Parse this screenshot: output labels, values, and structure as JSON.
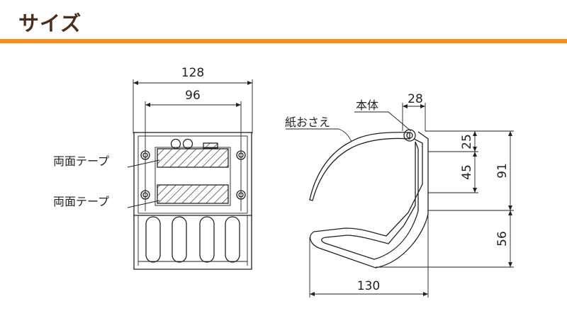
{
  "header": {
    "title": "サイズ",
    "bar_color": "#ff8c1a",
    "title_color": "#4a2e1a"
  },
  "front_view": {
    "dim_overall_width": "128",
    "dim_hole_spacing": "96",
    "label_upper_tape": "両面テープ",
    "label_lower_tape": "両面テープ"
  },
  "side_view": {
    "label_body": "本体",
    "label_paper_holder": "紙おさえ",
    "dim_depth_top": "28",
    "dim_upper_offset": "25",
    "dim_tape_span": "45",
    "dim_body_height": "91",
    "dim_lower_height": "56",
    "dim_total_length": "130"
  }
}
